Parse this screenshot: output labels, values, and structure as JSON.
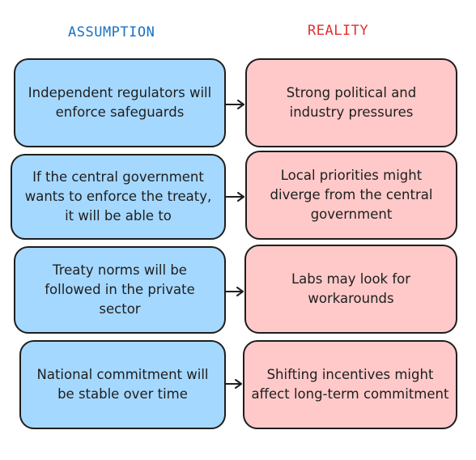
{
  "headers": {
    "assumption": "ASSUMPTION",
    "reality": "REALITY"
  },
  "colors": {
    "assumption_header": "#1971c2",
    "reality_header": "#e03131",
    "assumption_fill": "#a5d8ff",
    "reality_fill": "#ffc9c9",
    "stroke": "#1e1e1e"
  },
  "rows": [
    {
      "assumption": "Independent regulators will enforce safeguards",
      "reality": "Strong political and industry pressures"
    },
    {
      "assumption": "If the central government wants to enforce the treaty, it will be able to",
      "reality": "Local priorities might diverge from the central government"
    },
    {
      "assumption": "Treaty norms will be followed in the private sector",
      "reality": "Labs may look for workarounds"
    },
    {
      "assumption": "National commitment will be stable over time",
      "reality": "Shifting incentives might affect long-term commitment"
    }
  ]
}
